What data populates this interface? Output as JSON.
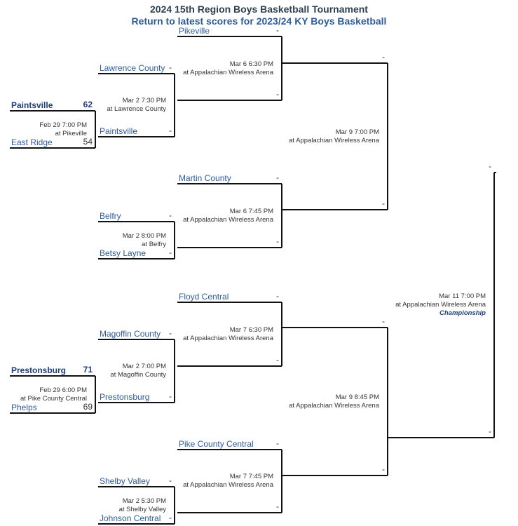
{
  "header": {
    "title": "2024 15th Region Boys Basketball Tournament",
    "subtitle": "Return to latest scores for 2023/24 KY Boys Basketball"
  },
  "games": {
    "g1": {
      "top": {
        "name": "Paintsville",
        "score": "62"
      },
      "bottom": {
        "name": "East Ridge",
        "score": "54"
      },
      "time": "Feb 29 7:00 PM",
      "venue": "at Pikeville"
    },
    "g2": {
      "top": {
        "name": "Prestonsburg",
        "score": "71"
      },
      "bottom": {
        "name": "Phelps",
        "score": "69"
      },
      "time": "Feb 29 6:00 PM",
      "venue": "at Pike County Central"
    },
    "g3": {
      "top": {
        "name": "Lawrence County",
        "score": "-"
      },
      "bottom": {
        "name": "Paintsville",
        "score": "-"
      },
      "time": "Mar 2 7:30 PM",
      "venue": "at Lawrence County"
    },
    "g4": {
      "top": {
        "name": "Belfry",
        "score": "-"
      },
      "bottom": {
        "name": "Betsy Layne",
        "score": "-"
      },
      "time": "Mar 2 8:00 PM",
      "venue": "at Belfry"
    },
    "g5": {
      "top": {
        "name": "Magoffin County",
        "score": "-"
      },
      "bottom": {
        "name": "Prestonsburg",
        "score": "-"
      },
      "time": "Mar 2 7:00 PM",
      "venue": "at Magoffin County"
    },
    "g6": {
      "top": {
        "name": "Shelby Valley",
        "score": "-"
      },
      "bottom": {
        "name": "Johnson Central",
        "score": "-"
      },
      "time": "Mar 2 5:30 PM",
      "venue": "at Shelby Valley"
    },
    "g7": {
      "top": {
        "name": "Pikeville",
        "score": "-"
      },
      "bottom": {
        "name": "",
        "score": "-"
      },
      "time": "Mar 6 6:30 PM",
      "venue": "at Appalachian Wireless Arena"
    },
    "g8": {
      "top": {
        "name": "Martin County",
        "score": "-"
      },
      "bottom": {
        "name": "",
        "score": "-"
      },
      "time": "Mar 6 7:45 PM",
      "venue": "at Appalachian Wireless Arena"
    },
    "g9": {
      "top": {
        "name": "Floyd Central",
        "score": "-"
      },
      "bottom": {
        "name": "",
        "score": "-"
      },
      "time": "Mar 7 6:30 PM",
      "venue": "at Appalachian Wireless Arena"
    },
    "g10": {
      "top": {
        "name": "Pike County Central",
        "score": "-"
      },
      "bottom": {
        "name": "",
        "score": "-"
      },
      "time": "Mar 7 7:45 PM",
      "venue": "at Appalachian Wireless Arena"
    },
    "g11": {
      "top": {
        "name": "",
        "score": "-"
      },
      "bottom": {
        "name": "",
        "score": "-"
      },
      "time": "Mar 9 7:00 PM",
      "venue": "at Appalachian Wireless Arena"
    },
    "g12": {
      "top": {
        "name": "",
        "score": "-"
      },
      "bottom": {
        "name": "",
        "score": "-"
      },
      "time": "Mar 9 8:45 PM",
      "venue": "at Appalachian Wireless Arena"
    },
    "g13": {
      "top": {
        "name": "",
        "score": "-"
      },
      "bottom": {
        "name": "",
        "score": "-"
      },
      "time": "Mar 11 7:00 PM",
      "venue": "at Appalachian Wireless Arena",
      "label": "Championship"
    }
  },
  "colors": {
    "line": "#111111",
    "team": "#2e5c99",
    "title": "#2f4050"
  }
}
